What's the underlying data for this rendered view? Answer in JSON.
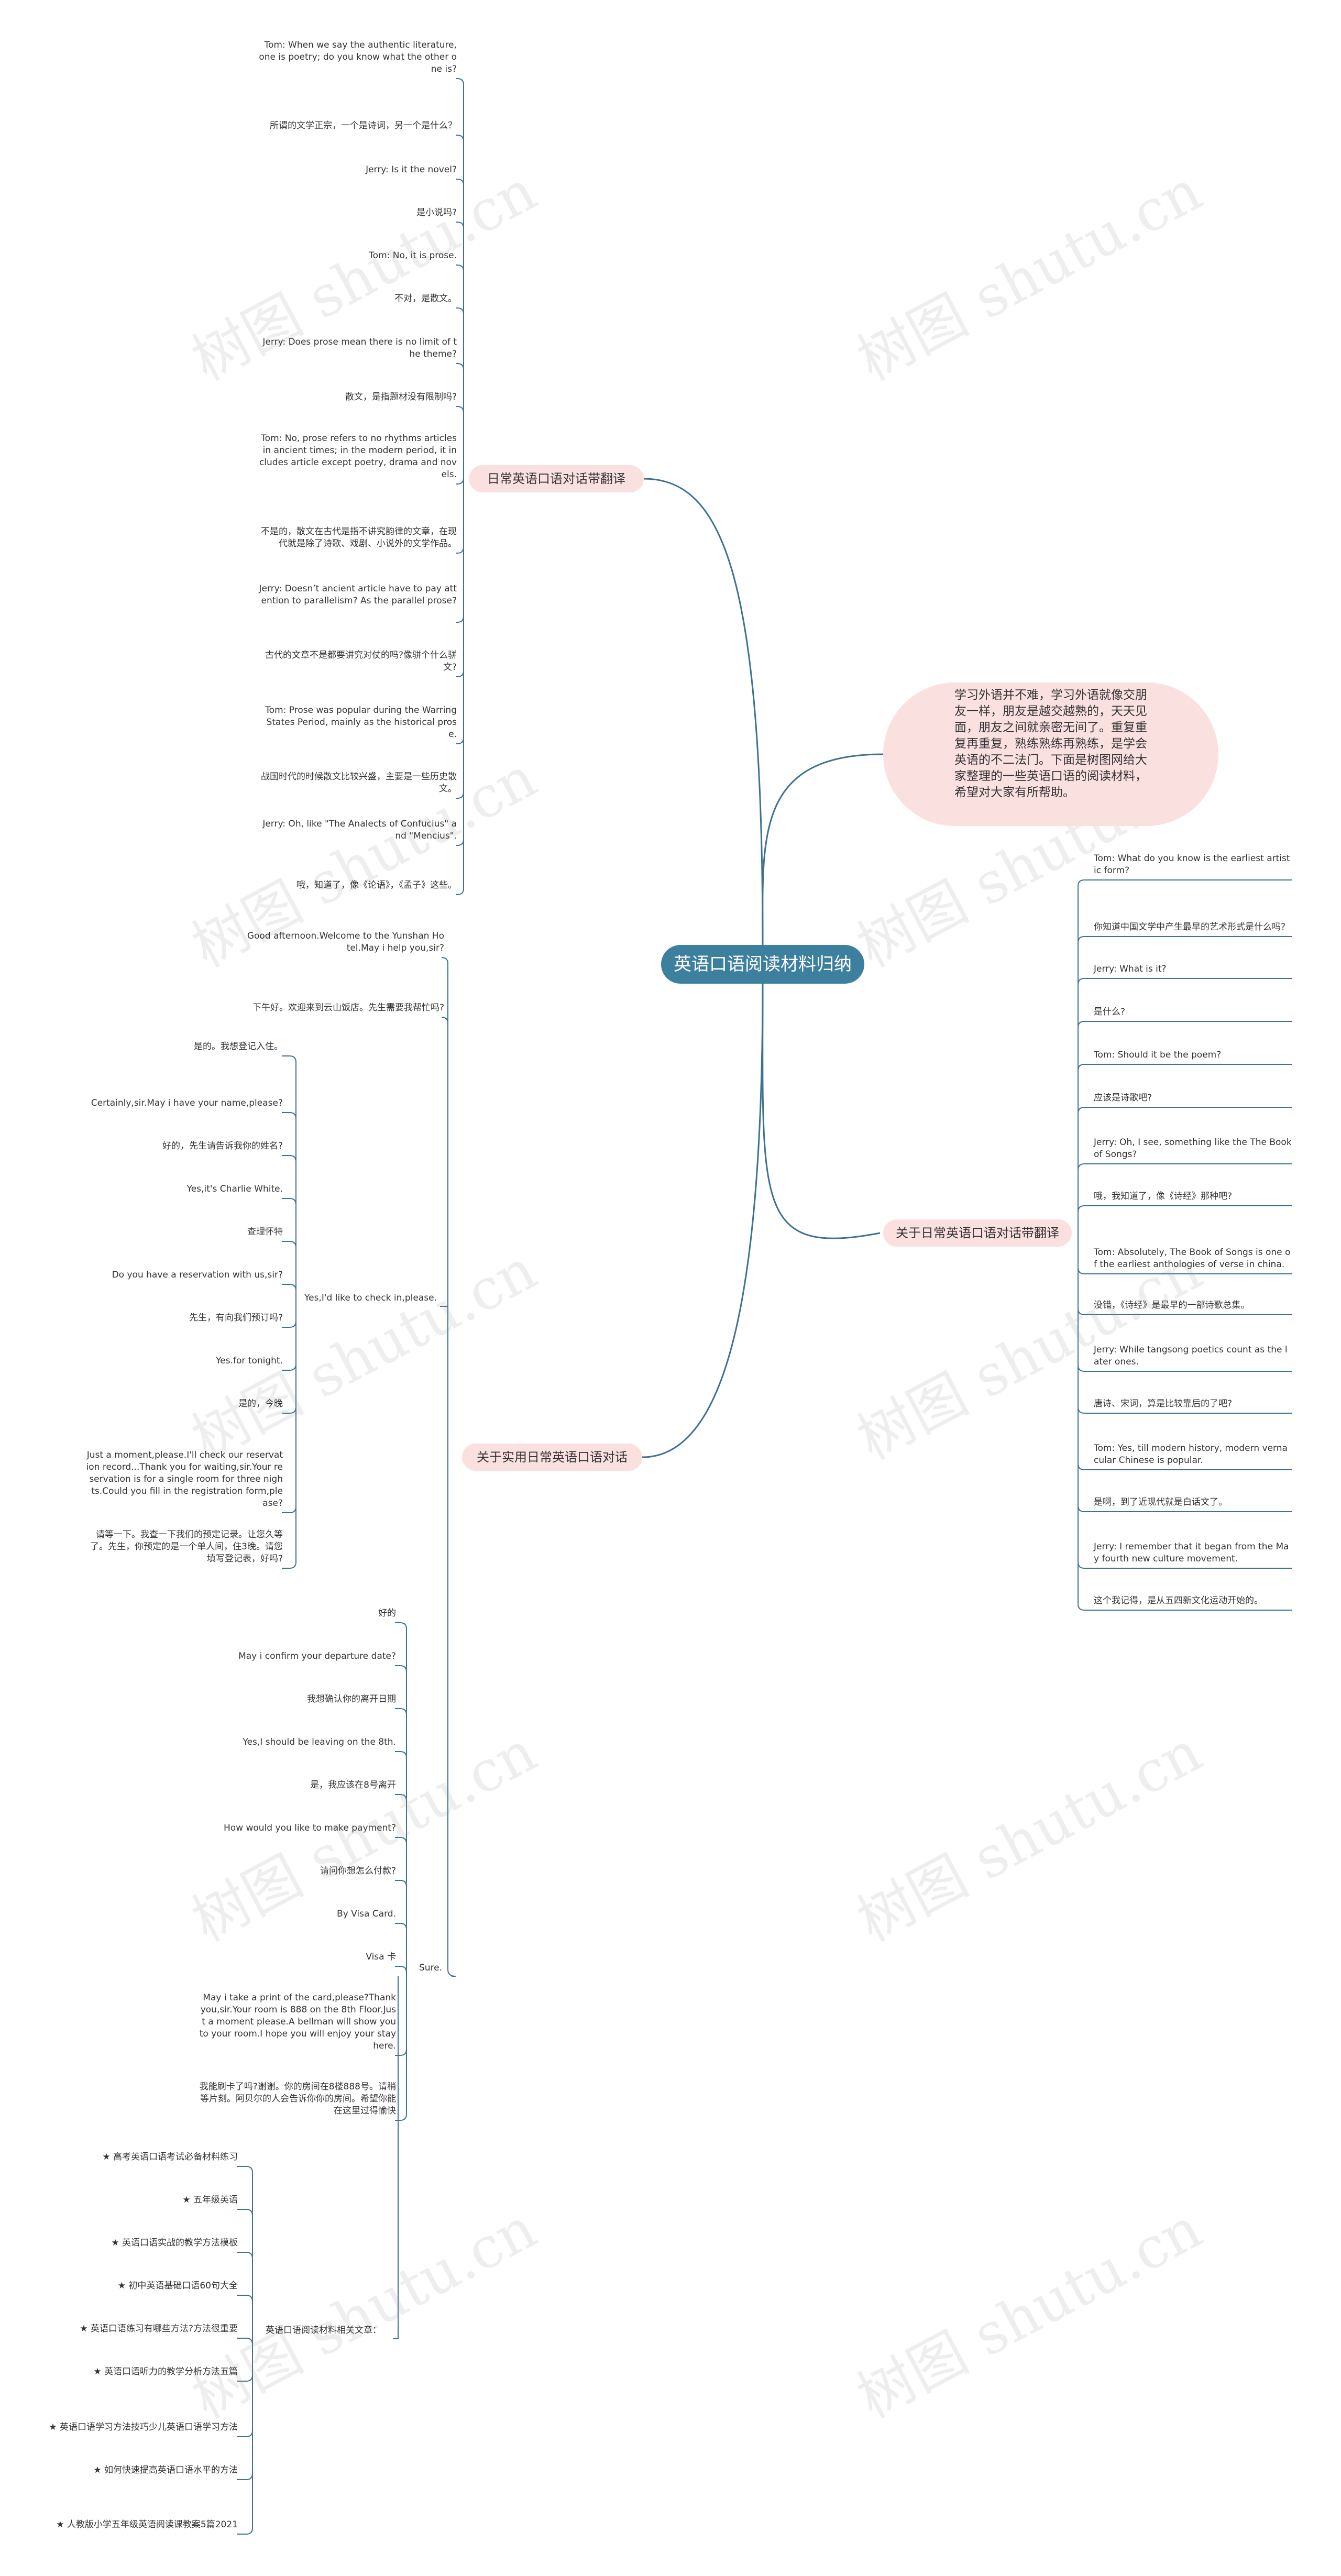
{
  "central_topic": "英语口语阅读材料归纳",
  "intro_text": "学习外语并不难，学习外语就像交朋友一样，朋友是越交越熟的，天天见面，朋友之间就亲密无间了。重复重复再重复，熟练熟练再熟练，是学会英语的不二法门。下面是树图网给大家整理的一些英语口语的阅读材料，希望对大家有所帮助。",
  "watermark": "树图 shutu.cn",
  "branches": {
    "daily": "日常英语口语对话带翻译",
    "about": "关于日常英语口语对话带翻译",
    "practical": "关于实用日常英语口语对话"
  },
  "daily_leaves": [
    "Tom: When we say the authentic literature, one is poetry; do you know what the other one is?",
    "所谓的文学正宗，一个是诗词，另一个是什么？",
    "Jerry: Is it the novel?",
    "是小说吗?",
    "Tom: No, it is prose.",
    "不对，是散文。",
    "Jerry: Does prose mean there is no limit of the theme?",
    "散文，是指题材没有限制吗?",
    "Tom: No, prose refers to no rhythms articles in ancient times; in the modern period, it includes article except poetry, drama and novels.",
    "不是的，散文在古代是指不讲究韵律的文章，在现代就是除了诗歌、戏剧、小说外的文学作品。",
    "Jerry: Doesn’t ancient article have to pay attention to parallelism? As the parallel prose?",
    "古代的文章不是都要讲究对仗的吗?像骈个什么骈文?",
    "Tom: Prose was popular during the Warring States Period, mainly as the historical prose.",
    "战国时代的时候散文比较兴盛，主要是一些历史散文。",
    "Jerry: Oh, like \"The Analects of Confucius\" and \"Mencius\".",
    "哦，知道了，像《论语》，《孟子》这些。"
  ],
  "about_leaves": [
    "Tom: What do you know is the earliest artistic form?",
    "你知道中国文学中产生最早的艺术形式是什么吗?",
    "Jerry: What is it?",
    "是什么?",
    "Tom: Should it be the poem?",
    "应该是诗歌吧?",
    "Jerry: Oh, I see, something like the The Book of Songs?",
    "哦，我知道了，像《诗经》那种吧?",
    "Tom: Absolutely, The Book of Songs is one of the earliest anthologies of verse in china.",
    "没错，《诗经》是最早的一部诗歌总集。",
    "Jerry: While tangsong poetics count as the later ones.",
    "唐诗、宋词，算是比较靠后的了吧?",
    "Tom: Yes, till modern history, modern vernacular Chinese is popular.",
    "是啊，到了近现代就是白话文了。",
    "Jerry: I remember that it began from the May fourth new culture movement.",
    "这个我记得，是从五四新文化运动开始的。"
  ],
  "practical_leaves": [
    "Good afternoon.Welcome to the Yunshan Hotel.May i help you,sir?",
    "下午好。欢迎来到云山饭店。先生需要我帮忙吗?"
  ],
  "checkin_label": "Yes,I'd like to check in,please.",
  "checkin_leaves": [
    "是的。我想登记入住。",
    "Certainly,sir.May i have your name,please?",
    "好的，先生请告诉我你的姓名?",
    "Yes,it's Charlie White.",
    "查理怀特",
    "Do you have a reservation with us,sir?",
    "先生，有向我们预订吗?",
    "Yes.for tonight.",
    "是的，今晚",
    "Just a moment,please.I'll check our reservation record...Thank you for waiting,sir.Your reservation is for a single room for three nights.Could you fill in the registration form,please?",
    "请等一下。我查一下我们的预定记录。让您久等了。先生，你预定的是一个单人间，住3晚。请您填写登记表，好吗?"
  ],
  "sure_label": "Sure.",
  "sure_leaves": [
    "好的",
    "May i confirm your departure date?",
    "我想确认你的离开日期",
    "Yes,I should be leaving on the 8th.",
    "是，我应该在8号离开",
    "How would you like to make payment?",
    "请问你想怎么付款?",
    "By Visa Card.",
    "Visa 卡",
    "May i take a print of the card,please?Thank you,sir.Your room is 888 on the 8th Floor.Just a moment please.A bellman will show you to your room.I hope you will enjoy your stay here.",
    "我能刷卡了吗?谢谢。你的房间在8楼888号。请稍等片刻。阿贝尔的人会告诉你你的房间。希望你能在这里过得愉快"
  ],
  "related_label": "英语口语阅读材料相关文章：",
  "related_leaves": [
    "★ 高考英语口语考试必备材料练习",
    "★ 五年级英语",
    "★ 英语口语实战的教学方法模板",
    "★ 初中英语基础口语60句大全",
    "★ 英语口语练习有哪些方法?方法很重要",
    "★ 英语口语听力的教学分析方法五篇",
    "★ 英语口语学习方法技巧少儿英语口语学习方法",
    "★ 如何快速提高英语口语水平的方法",
    "★ 人教版小学五年级英语阅读课教案5篇2021"
  ],
  "colors": {
    "line": "#3d7290",
    "central": "#3d7f9e",
    "branch": "#fbe0e0",
    "text": "#333333"
  }
}
